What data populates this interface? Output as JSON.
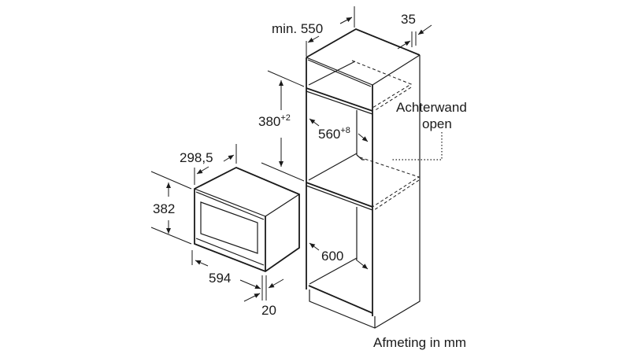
{
  "dimensions": {
    "cabinet_depth": "min. 550",
    "rear_gap": "35",
    "niche_height": "380",
    "niche_height_tol": "+2",
    "niche_width": "560",
    "niche_width_tol": "+8",
    "cabinet_width": "600",
    "appliance_depth": "298,5",
    "appliance_height": "382",
    "appliance_width": "594",
    "front_thickness": "20"
  },
  "notes": {
    "back_wall_line1": "Achterwand",
    "back_wall_line2": "open",
    "units": "Afmeting in mm"
  }
}
